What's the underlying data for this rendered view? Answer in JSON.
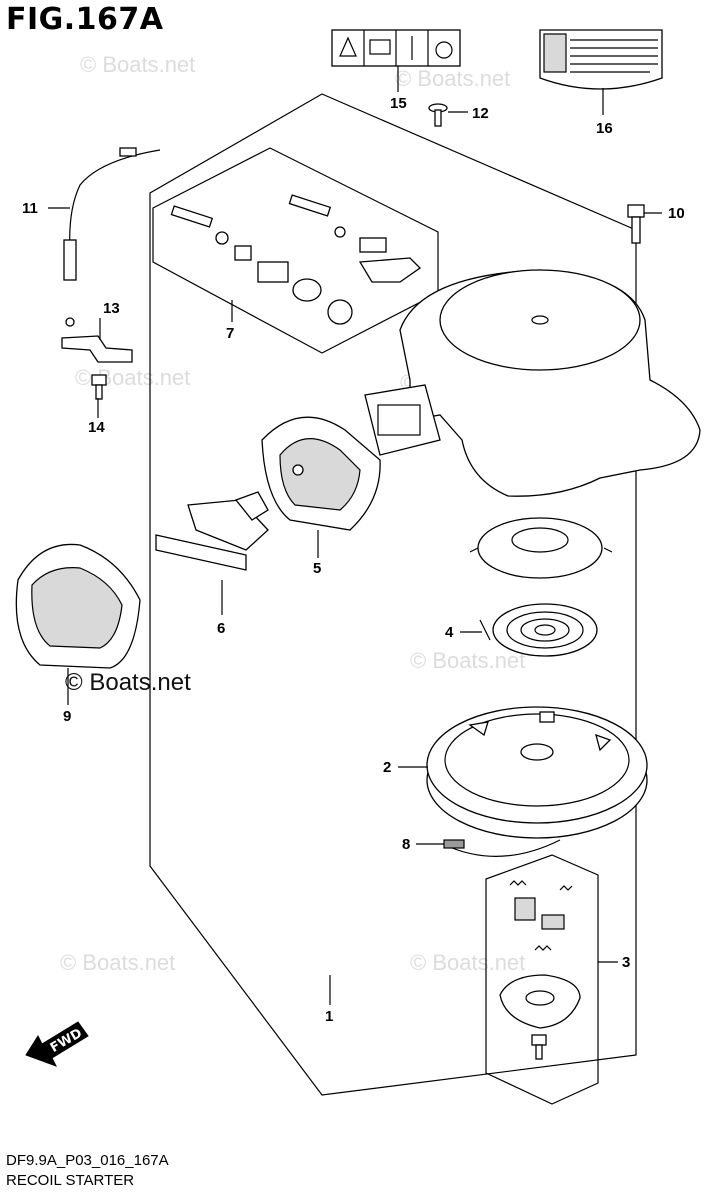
{
  "figure": {
    "title": "FIG.167A",
    "code": "DF9.9A_P03_016_167A",
    "caption": "RECOIL STARTER"
  },
  "watermark": {
    "text": "© Boats.net"
  },
  "direction_label": "FWD",
  "callouts": [
    {
      "id": "1",
      "label": "1"
    },
    {
      "id": "2",
      "label": "2"
    },
    {
      "id": "3",
      "label": "3"
    },
    {
      "id": "4",
      "label": "4"
    },
    {
      "id": "5",
      "label": "5"
    },
    {
      "id": "6",
      "label": "6"
    },
    {
      "id": "7",
      "label": "7"
    },
    {
      "id": "8",
      "label": "8"
    },
    {
      "id": "9",
      "label": "9"
    },
    {
      "id": "10",
      "label": "10"
    },
    {
      "id": "11",
      "label": "11"
    },
    {
      "id": "12",
      "label": "12"
    },
    {
      "id": "13",
      "label": "13"
    },
    {
      "id": "14",
      "label": "14"
    },
    {
      "id": "15",
      "label": "15"
    },
    {
      "id": "16",
      "label": "16"
    }
  ]
}
